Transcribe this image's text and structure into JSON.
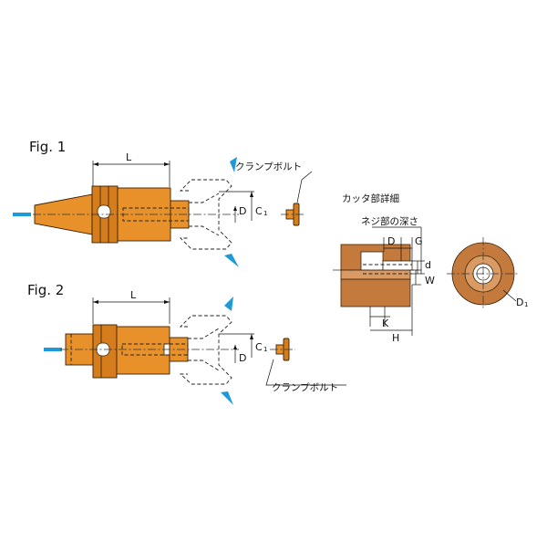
{
  "figures": {
    "fig1": {
      "title": "Fig. 1",
      "dim_L": "L",
      "dim_D": "D",
      "dim_C": "C",
      "dim_C_sub": "1",
      "bolt_label": "クランプボルト"
    },
    "fig2": {
      "title": "Fig. 2",
      "dim_L": "L",
      "dim_D": "D",
      "dim_C": "C",
      "dim_C_sub": "1",
      "bolt_label": "クランプボルト"
    }
  },
  "detail": {
    "title": "カッタ部詳細",
    "thread_depth_label": "ネジ部の深さ",
    "dim_D": "D",
    "dim_G": "G",
    "dim_d": "d",
    "dim_W": "W",
    "dim_K": "K",
    "dim_H": "H",
    "dim_D1": "D",
    "dim_D1_sub": "1"
  },
  "colors": {
    "body": "#e8912a",
    "detail": "#c47a3c",
    "coolant_arrow": "#1e9ad8"
  }
}
